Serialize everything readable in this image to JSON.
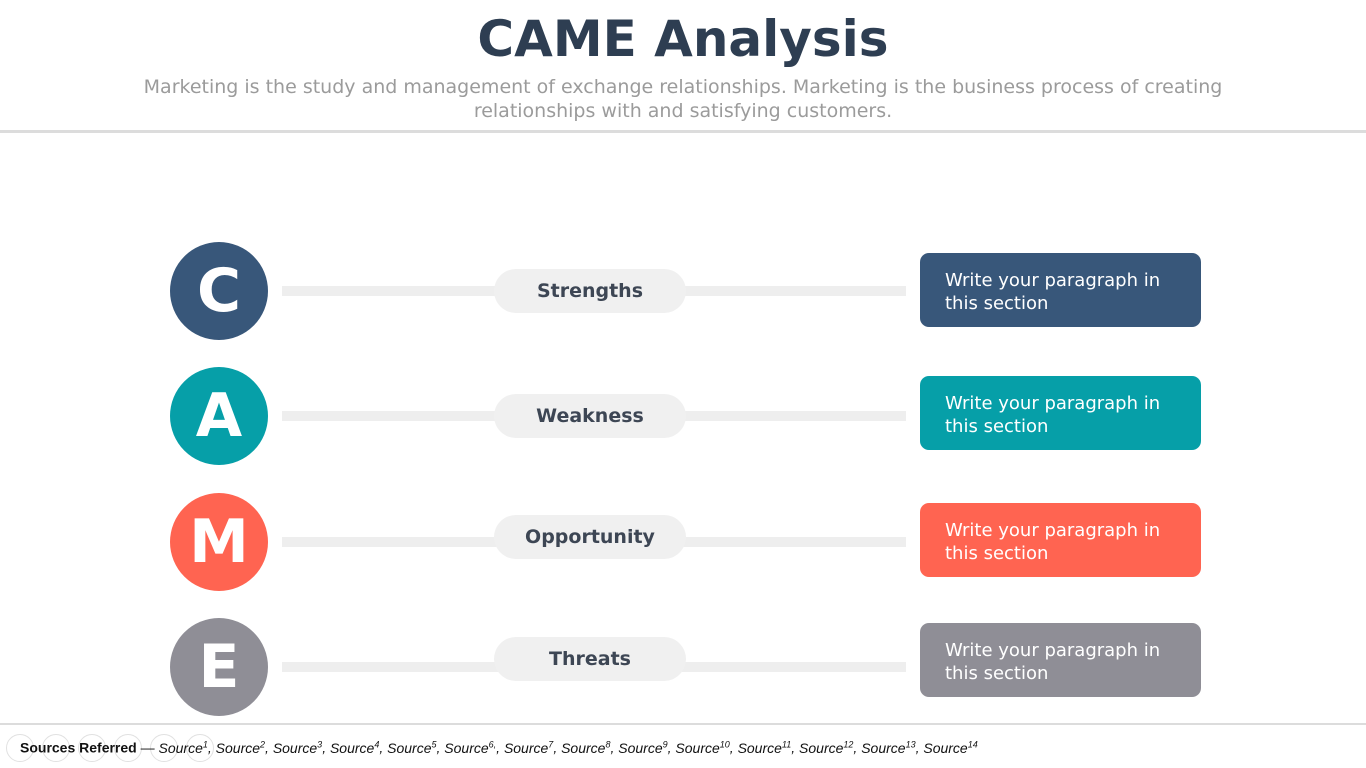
{
  "header": {
    "title": "CAME Analysis",
    "subtitle": "Marketing is the study and management of exchange relationships. Marketing is the business process of creating relationships with and satisfying customers."
  },
  "rows": [
    {
      "letter": "C",
      "label": "Strengths",
      "text": "Write your paragraph in this section",
      "color": "#38577a"
    },
    {
      "letter": "A",
      "label": "Weakness",
      "text": "Write your paragraph in this section",
      "color": "#069fa8"
    },
    {
      "letter": "M",
      "label": "Opportunity",
      "text": "Write your paragraph in this section",
      "color": "#ff6451"
    },
    {
      "letter": "E",
      "label": "Threats",
      "text": "Write your paragraph in this section",
      "color": "#8f8e96"
    }
  ],
  "footer": {
    "label": "Sources Referred",
    "separator": " — ",
    "sources": [
      "Source",
      "Source",
      "Source",
      "Source",
      "Source",
      "Source",
      "Source",
      "Source",
      "Source",
      "Source",
      "Source",
      "Source",
      "Source",
      "Source"
    ],
    "superscripts": [
      "1",
      "2",
      "3",
      "4",
      "5",
      "6,",
      "7",
      "8",
      "9",
      "10",
      "11",
      "12",
      "13",
      "14"
    ]
  },
  "toolbar": {
    "icons": [
      "previous-icon",
      "next-icon",
      "pen-icon",
      "slides-icon",
      "zoom-icon",
      "more-icon"
    ]
  }
}
